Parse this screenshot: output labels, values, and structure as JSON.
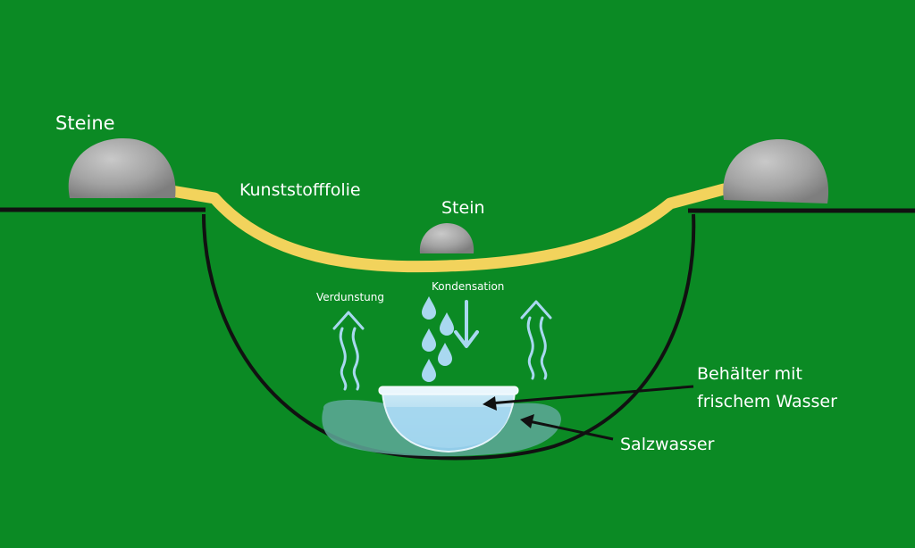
{
  "labels": {
    "stones": "Steine",
    "foil": "Kunststofffolie",
    "stone": "Stein",
    "evaporation": "Verdunstung",
    "condensation": "Kondensation",
    "container_line1": "Behälter mit",
    "container_line2": "frischem Wasser",
    "saltwater": "Salzwasser"
  },
  "colors": {
    "background": "#0b8a24",
    "foil": "#f2d35c",
    "ground": "#111111",
    "stone": "#a8a8a8",
    "water_drop": "#a9d8f0",
    "salt_water": "#5fa89a",
    "bowl_water": "#a3d6ee",
    "text": "#ffffff"
  },
  "icons": {
    "stone": "stone-icon",
    "water_drop": "water-drop-icon",
    "vapor": "vapor-arrow-icon",
    "condensation_arrow": "arrow-down-icon"
  }
}
